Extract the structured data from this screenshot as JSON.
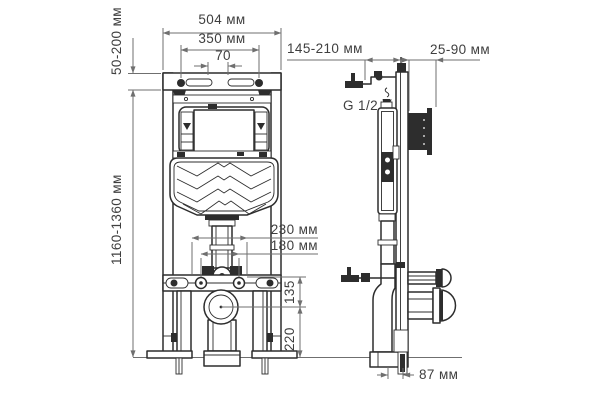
{
  "drawing": {
    "front_view": {
      "overall_width": "504 мм",
      "mount_spacing": "350 мм",
      "slot_gap": "70",
      "top_adjust_range": "50-200 мм",
      "height_range": "1160-1360 мм",
      "outer_stud_spacing": "230 мм",
      "inner_stud_spacing": "180 мм",
      "stud_to_outlet_height": "135",
      "outlet_height_above_floor": "220"
    },
    "side_view": {
      "frame_depth_range": "145-210 мм",
      "bracket_depth_range": "25-90 мм",
      "water_connection_thread": "G 1/2",
      "outlet_offset": "87 мм"
    },
    "colors": {
      "line": "#2d2d2d",
      "dimension": "#6f6f6f",
      "background": "#ffffff"
    }
  }
}
